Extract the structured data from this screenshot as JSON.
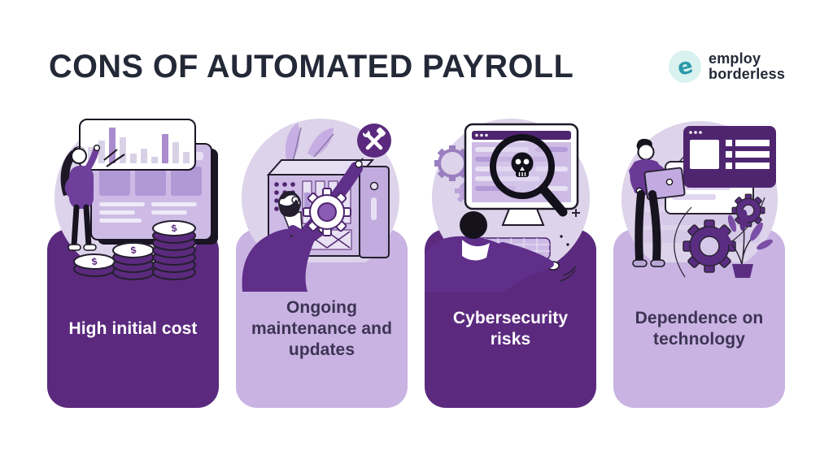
{
  "header": {
    "title": "CONS OF AUTOMATED PAYROLL",
    "logo": {
      "line1": "employ",
      "line2": "borderless",
      "mark_letter": "e"
    }
  },
  "cards": [
    {
      "label": "High initial cost",
      "tone": "dark",
      "illustration": "woman-presenting-bar-chart-with-coin-stacks"
    },
    {
      "label": "Ongoing maintenance and updates",
      "tone": "light",
      "illustration": "technician-holding-gear-at-server-with-tools-badge"
    },
    {
      "label": "Cybersecurity risks",
      "tone": "dark",
      "illustration": "person-at-monitor-with-skull-magnifier"
    },
    {
      "label": "Dependence on technology",
      "tone": "light",
      "illustration": "man-with-tablet-browser-windows-gears-and-plant"
    }
  ],
  "theme": {
    "ink": "#242938",
    "card_dark": "#5b2a7e",
    "card_light": "#c8b3e2",
    "label_on_dark": "#ffffff",
    "label_on_light": "#3d3454",
    "circle_bg": "#ddd3ea",
    "illus_purple_mid": "#6e3f9b",
    "illus_purple_light": "#cdbbe6",
    "illus_purple_pale": "#e8e1f4",
    "outline": "#221e2b",
    "logo_teal": "#2b98a8",
    "logo_teal_bg": "#d9f2ef",
    "background": "#ffffff"
  }
}
